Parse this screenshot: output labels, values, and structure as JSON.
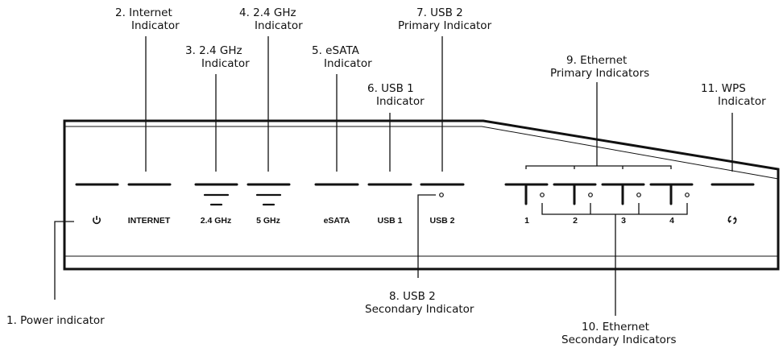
{
  "callouts": {
    "power": "1. Power indicator",
    "internet_1": "2. Internet",
    "internet_2": "Indicator",
    "ghz24_1": "3. 2.4 GHz",
    "ghz24_2": "Indicator",
    "ghz5_1": "4. 2.4 GHz",
    "ghz5_2": "Indicator",
    "esata_1": "5. eSATA",
    "esata_2": "Indicator",
    "usb1_1": "6. USB 1",
    "usb1_2": "Indicator",
    "usb2p_1": "7. USB 2",
    "usb2p_2": "Primary Indicator",
    "usb2s_1": "8. USB 2",
    "usb2s_2": "Secondary Indicator",
    "ethp_1": "9. Ethernet",
    "ethp_2": "Primary Indicators",
    "eths_1": "10. Ethernet",
    "eths_2": "Secondary Indicators",
    "wps_1": "11. WPS",
    "wps_2": "Indicator"
  },
  "panel_labels": {
    "power_icon": "power-icon",
    "internet": "INTERNET",
    "ghz24": "2.4 GHz",
    "ghz5": "5 GHz",
    "esata": "eSATA",
    "usb1": "USB 1",
    "usb2": "USB 2",
    "port1": "1",
    "port2": "2",
    "port3": "3",
    "port4": "4",
    "wps_icon": "wps-icon"
  }
}
